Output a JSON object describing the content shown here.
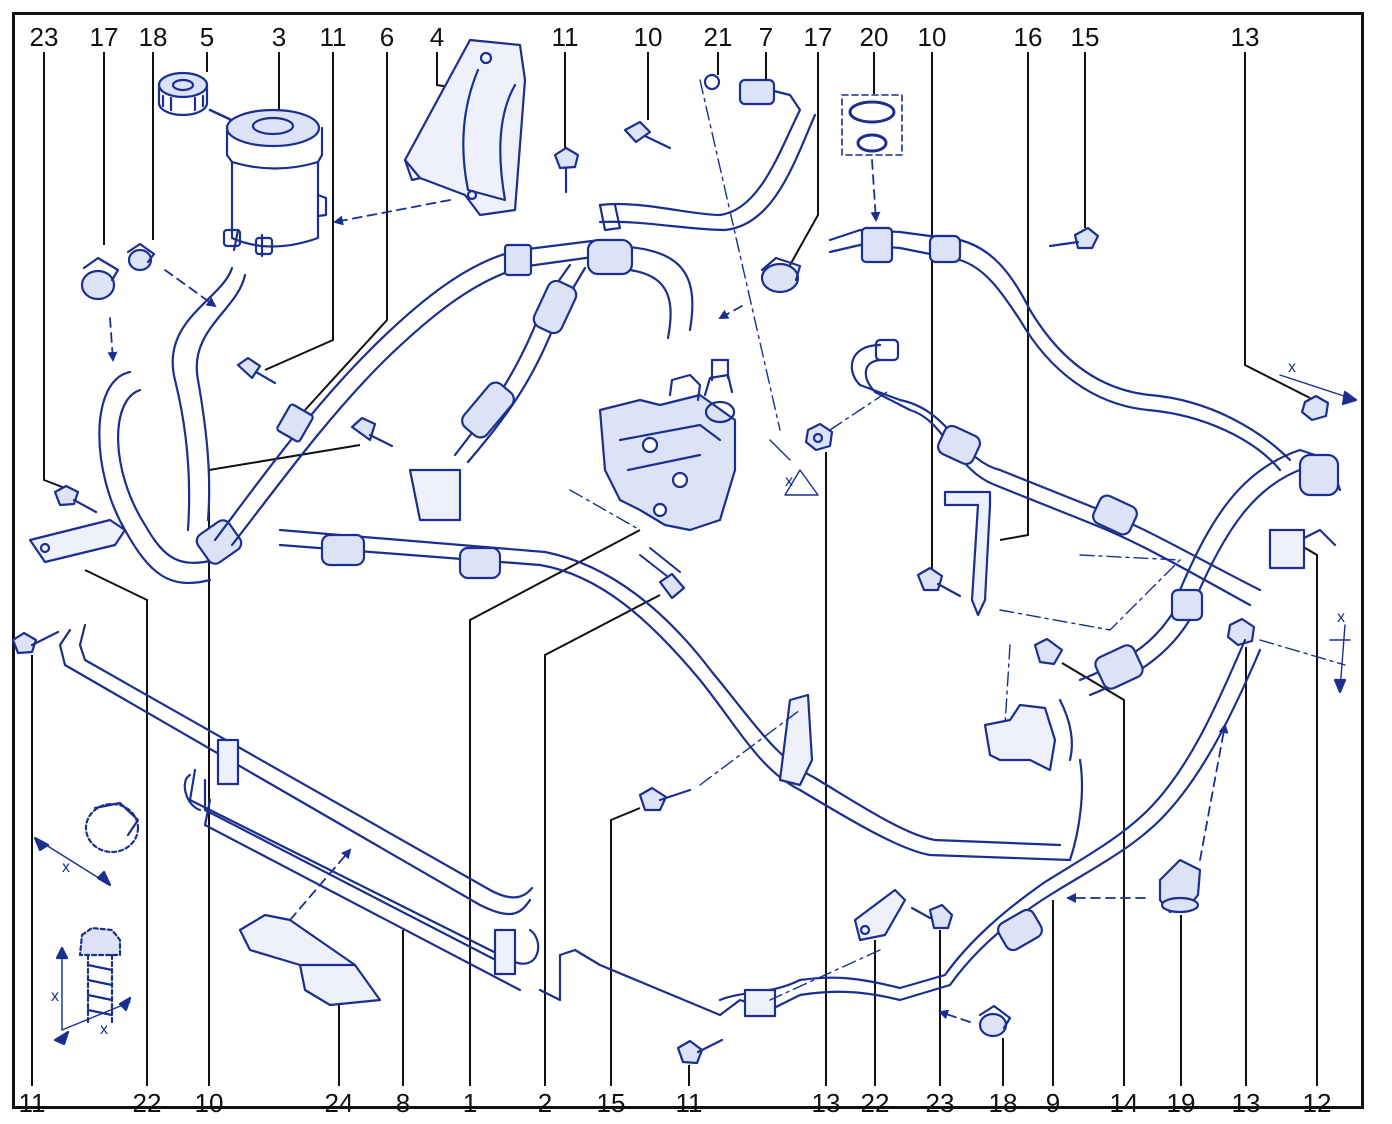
{
  "colors": {
    "line": "#1a2f8f",
    "fill": "#dde3f6",
    "text": "#111111",
    "frame": "#111111",
    "background": "#ffffff"
  },
  "callouts_top": [
    "23",
    "17",
    "18",
    "5",
    "3",
    "11",
    "6",
    "4",
    "11",
    "10",
    "21",
    "7",
    "17",
    "20",
    "10",
    "16",
    "15",
    "13"
  ],
  "callouts_bottom": [
    "11",
    "22",
    "10",
    "24",
    "8",
    "1",
    "2",
    "15",
    "11",
    "13",
    "22",
    "23",
    "18",
    "9",
    "14",
    "19",
    "13",
    "12"
  ],
  "dimension_label": "x"
}
